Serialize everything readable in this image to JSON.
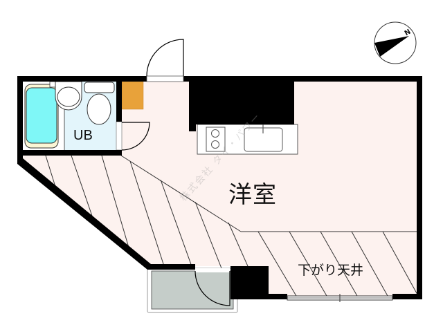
{
  "floor_plan": {
    "rooms": {
      "main_room": {
        "label": "洋室",
        "type": "western-style room"
      },
      "lowered_ceiling": {
        "label": "下がり天井",
        "type": "lowered ceiling zone"
      },
      "unit_bath": {
        "label": "UB",
        "type": "unit bath"
      }
    },
    "compass": {
      "label": "N"
    },
    "watermark": {
      "text": "株式会社 タイ・パワー"
    },
    "colors": {
      "floor": "#fdf2ef",
      "wall": "#000000",
      "bathtub": "#7ff7f7",
      "bathroom_floor": "#e3f5fb",
      "closet": "#e8a23a",
      "balcony": "#c5cdc9",
      "hatch_line": "#333333"
    }
  }
}
